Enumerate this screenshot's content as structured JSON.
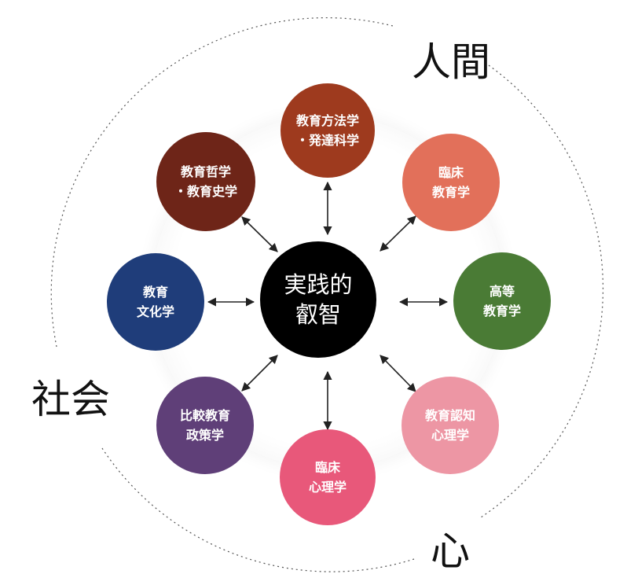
{
  "center": {
    "line1": "実践的",
    "line2": "叡智"
  },
  "outer_labels": {
    "top": "人間",
    "left": "社会",
    "bottom": "心"
  },
  "nodes": [
    {
      "line1": "教育方法学",
      "line2": "・発達科学",
      "color": "#9e3a1e"
    },
    {
      "line1": "臨床",
      "line2": "教育学",
      "color": "#e2705a"
    },
    {
      "line1": "高等",
      "line2": "教育学",
      "color": "#4a7b35"
    },
    {
      "line1": "教育認知",
      "line2": "心理学",
      "color": "#ed96a4"
    },
    {
      "line1": "臨床",
      "line2": "心理学",
      "color": "#e8587a"
    },
    {
      "line1": "比較教育",
      "line2": "政策学",
      "color": "#5f3f78"
    },
    {
      "line1": "教育",
      "line2": "文化学",
      "color": "#1f3d7a"
    },
    {
      "line1": "教育哲学",
      "line2": "・教育史学",
      "color": "#6e2518"
    }
  ]
}
